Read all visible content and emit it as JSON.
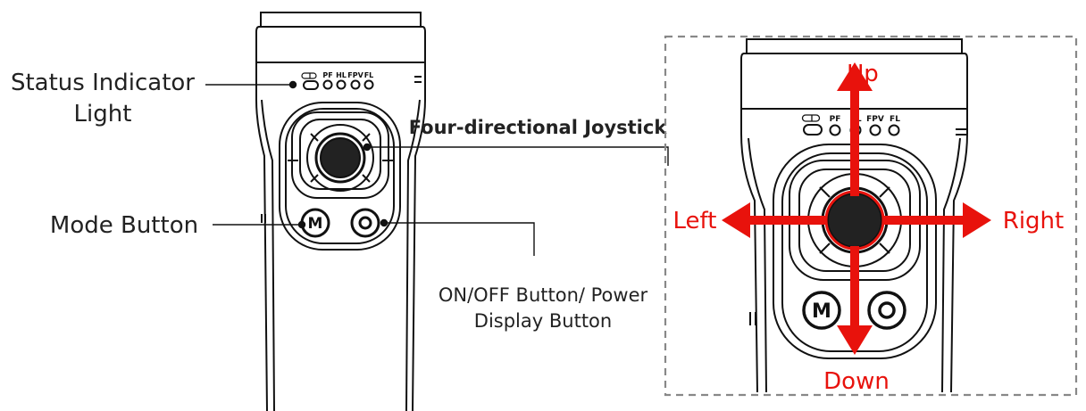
{
  "labels": {
    "status_indicator_line1": "Status Indicator",
    "status_indicator_line2": "Light",
    "mode_button": "Mode Button",
    "joystick": "Four-directional Joystick",
    "power_line1": "ON/OFF Button/ Power",
    "power_line2": "Display Button"
  },
  "indicators": [
    "PF",
    "HL",
    "FPV",
    "FL"
  ],
  "buttons": {
    "mode": "M"
  },
  "directions": {
    "up": "Up",
    "down": "Down",
    "left": "Left",
    "right": "Right"
  },
  "colors": {
    "arrow": "#e8120c",
    "line": "#111111",
    "dashed_box": "#888888"
  }
}
